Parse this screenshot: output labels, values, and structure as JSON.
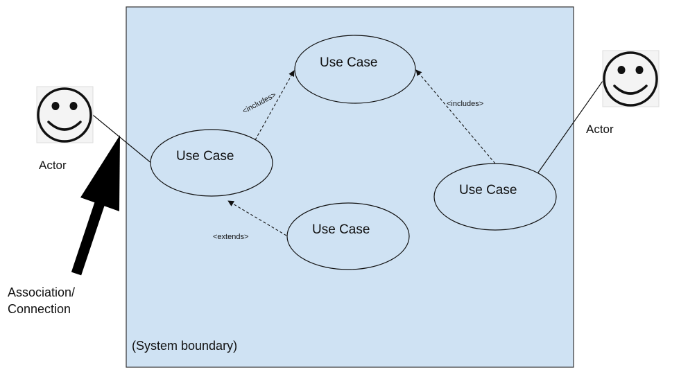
{
  "diagram": {
    "boundary": {
      "label": "(System boundary)",
      "fill": "#cfe2f3",
      "stroke": "#333333"
    },
    "use_cases": [
      {
        "id": "uc-top",
        "label": "Use Case"
      },
      {
        "id": "uc-left",
        "label": "Use Case"
      },
      {
        "id": "uc-bottom",
        "label": "Use Case"
      },
      {
        "id": "uc-right",
        "label": "Use Case"
      }
    ],
    "relations": [
      {
        "label": "<includes>"
      },
      {
        "label": "<includes>"
      },
      {
        "label": "<extends>"
      }
    ],
    "actors": [
      {
        "id": "actor-left",
        "label": "Actor"
      },
      {
        "id": "actor-right",
        "label": "Actor"
      }
    ],
    "annotation": {
      "line1": "Association/",
      "line2": "Connection"
    }
  }
}
